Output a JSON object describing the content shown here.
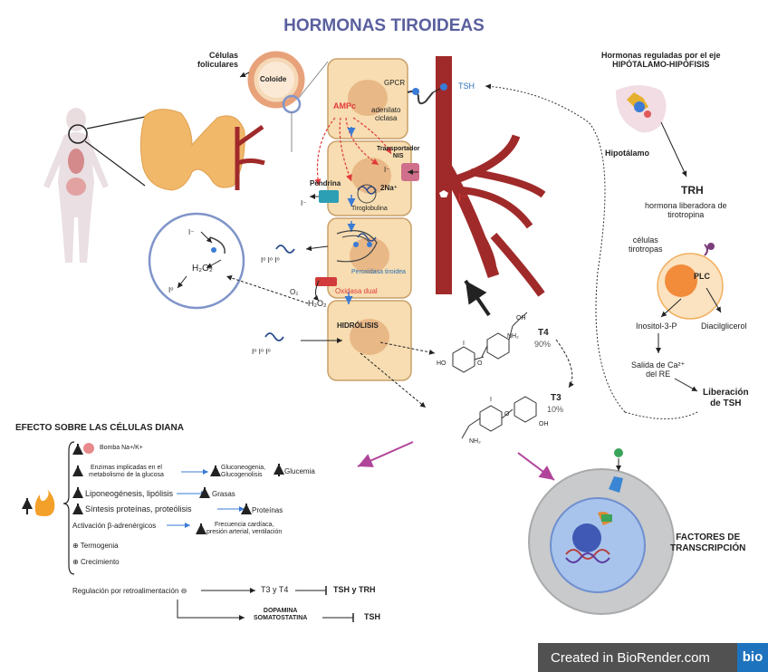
{
  "title": "HORMONAS TIROIDEAS",
  "left_labels": {
    "celulas_foliculares": "Células\nfoliculares",
    "coloide": "Coloide"
  },
  "cell": {
    "gpcr": "GPCR",
    "tsh": "TSH",
    "ampc": "AMPc",
    "adenilato_ciclasa": "adenilato\nciclasa",
    "transportador_nis": "Transportador\nNIS",
    "iodide": "I⁻",
    "two_na": "2Na⁺",
    "pendrina": "Pendrina",
    "tiroglobulina": "Tiroglobulina",
    "peroxidasa": "Peroxidasa tiroidea",
    "oxidasa": "Oxidasa dual",
    "o2": "O₂",
    "h2o2": "H₂O₂",
    "hidrolisis": "HIDRÓLISIS",
    "iodide_blood": "I⁻",
    "iodide_out": "I⁻",
    "i0_group1": "I⁰  I⁰  I⁰",
    "i0_group2": "I⁰  I⁰  I⁰",
    "zoom_i": "I⁻",
    "zoom_h2o2": "H₂O₂",
    "zoom_i0": "I⁰"
  },
  "molecules": {
    "t4_label": "T4",
    "t4_pct": "90%",
    "t3_label": "T3",
    "t3_pct": "10%",
    "oh": "OH",
    "ho": "HO",
    "o": "O",
    "nh2": "NH₂",
    "i": "I"
  },
  "axis": {
    "header": "Hormonas reguladas por el eje\nHIPÓTALAMO-HIPÓFISIS",
    "hipotalamo": "Hipotálamo",
    "trh": "TRH",
    "trh_desc": "hormona liberadora de\ntirotropina",
    "celulas_tirotropas": "células\ntirotropas",
    "plc": "PLC",
    "inositol": "Inositol-3-P",
    "diacilglicerol": "Diacilglicerol",
    "salida_ca": "Salida de Ca²⁺\ndel RE",
    "liberacion_tsh": "Liberación\nde TSH"
  },
  "effects": {
    "header": "EFECTO SOBRE LAS CÉLULAS DIANA",
    "bomba": "Bomba Na+/K+",
    "enzimas": "Enzimas implicadas en el\nmetabolismo de la glucosa",
    "gluconeogenia": "Gluconeogenia,\nGlucogenolisis",
    "glucemia": "Glucemia",
    "lipo": "Liponeogénesis, lipólisis",
    "grasas": "Grasas",
    "sintesis": "Síntesis proteínas, proteólisis",
    "proteinas": "Proteínas",
    "beta": "Activación β-adrenérgicos",
    "frecuencia": "Frecuencia cardíaca,\npresión arterial, ventilación",
    "termogenia": "Termogenia",
    "crecimiento": "Crecimiento",
    "regulacion": "Regulación por retroalimentación ⊖",
    "t3t4": "T3 y T4",
    "tsh_trh": "TSH y TRH",
    "dopamina": "DOPAMINA\nSOMATOSTATINA",
    "tsh": "TSH"
  },
  "factores": "FACTORES DE\nTRANSCRIPCIÓN",
  "footer": {
    "text": "Created in BioRender.com",
    "logo": "bio"
  },
  "colors": {
    "title": "#5a5f9e",
    "cell_fill": "#f7ddb1",
    "cell_stroke": "#c9a06a",
    "vessel": "#a02a2a",
    "arrow_magenta": "#b0449a",
    "highlight_red": "#e03a3a"
  }
}
